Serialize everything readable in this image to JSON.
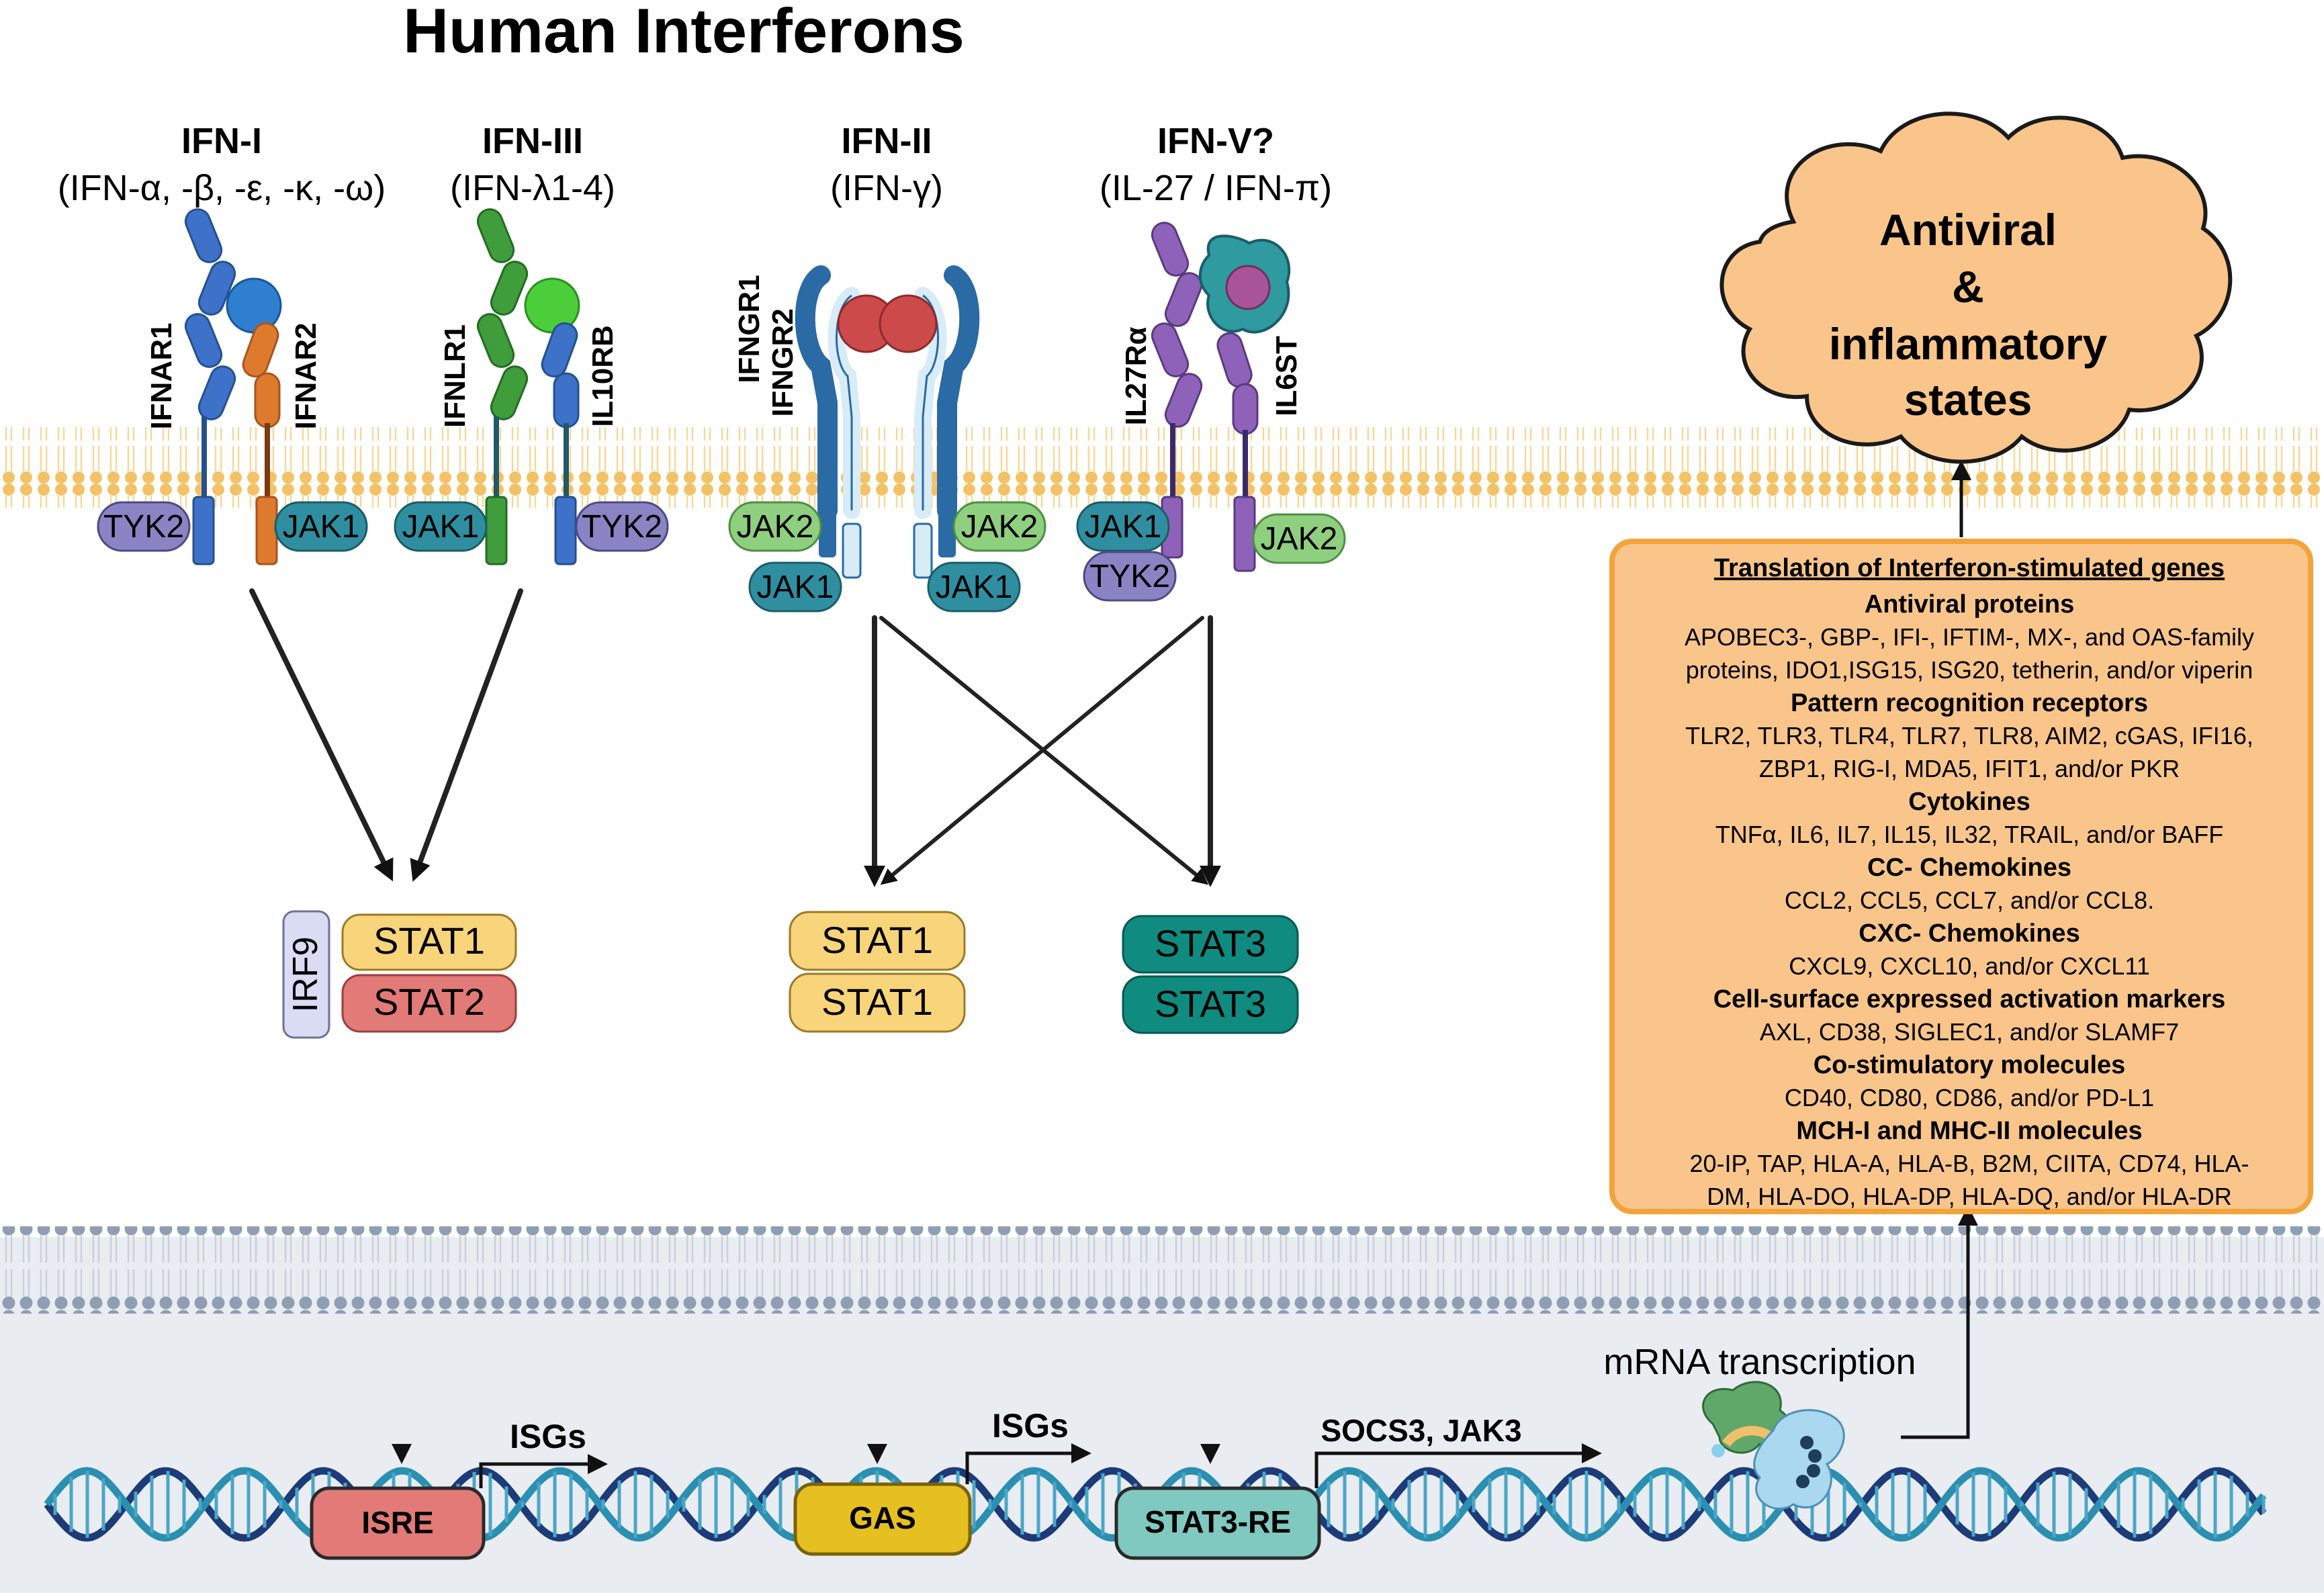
{
  "title": "Human Interferons",
  "groups": [
    {
      "name": "IFN-I",
      "sub": "(IFN-α, -β, -ε, -κ, -ω)",
      "receptors": [
        "IFNAR1",
        "IFNAR2"
      ],
      "kinases": [
        "TYK2",
        "JAK1"
      ]
    },
    {
      "name": "IFN-III",
      "sub": "(IFN-λ1-4)",
      "receptors": [
        "IFNLR1",
        "IL10RB"
      ],
      "kinases": [
        "JAK1",
        "TYK2"
      ]
    },
    {
      "name": "IFN-II",
      "sub": "(IFN-γ)",
      "receptors": [
        "IFNGR1",
        "IFNGR2"
      ],
      "kinases": [
        "JAK2",
        "JAK2",
        "JAK1",
        "JAK1"
      ]
    },
    {
      "name": "IFN-V?",
      "sub": "(IL-27 / IFN-π)",
      "receptors": [
        "IL27Rα",
        "IL6ST"
      ],
      "kinases": [
        "JAK1",
        "TYK2",
        "JAK2"
      ]
    }
  ],
  "complexes": {
    "isgf3": {
      "irf": "IRF9",
      "top": "STAT1",
      "bottom": "STAT2"
    },
    "gaf": {
      "top": "STAT1",
      "bottom": "STAT1"
    },
    "stat3": {
      "top": "STAT3",
      "bottom": "STAT3"
    }
  },
  "elements": {
    "isre": "ISRE",
    "gas": "GAS",
    "stat3re": "STAT3-RE"
  },
  "gene_labels": {
    "isgs1": "ISGs",
    "isgs2": "ISGs",
    "socs": "SOCS3, JAK3"
  },
  "mrna_label": "mRNA transcription",
  "outcome": {
    "line1": "Antiviral",
    "line2": "&",
    "line3": "inflammatory",
    "line4": "states"
  },
  "isg_box": {
    "title": "Translation of Interferon-stimulated genes",
    "sections": [
      {
        "heading": "Antiviral proteins",
        "lines": [
          "APOBEC3-, GBP-, IFI-, IFTIM-, MX-, and OAS-family",
          "proteins, IDO1,ISG15, ISG20, tetherin, and/or viperin"
        ]
      },
      {
        "heading": "Pattern recognition receptors",
        "lines": [
          "TLR2, TLR3, TLR4, TLR7, TLR8, AIM2, cGAS, IFI16,",
          "ZBP1, RIG-I, MDA5, IFIT1, and/or PKR"
        ]
      },
      {
        "heading": "Cytokines",
        "lines": [
          "TNFα, IL6, IL7, IL15, IL32, TRAIL, and/or BAFF"
        ]
      },
      {
        "heading": "CC- Chemokines",
        "lines": [
          "CCL2, CCL5, CCL7, and/or CCL8."
        ]
      },
      {
        "heading": "CXC- Chemokines",
        "lines": [
          "CXCL9, CXCL10, and/or CXCL11"
        ]
      },
      {
        "heading": "Cell-surface expressed activation markers",
        "lines": [
          "AXL, CD38, SIGLEC1, and/or SLAMF7"
        ]
      },
      {
        "heading": "Co-stimulatory molecules",
        "lines": [
          "CD40, CD80, CD86, and/or PD-L1"
        ]
      },
      {
        "heading": "MCH-I and MHC-II molecules",
        "lines": [
          "20-IP, TAP, HLA-A, HLA-B, B2M, CIITA, CD74, HLA-",
          "DM, HLA-DO, HLA-DP, HLA-DQ, and/or HLA-DR"
        ]
      }
    ]
  },
  "colors": {
    "blue": "#3d72c8",
    "orange": "#de7a2e",
    "green": "#3f9d3c",
    "teal": "#2f8fa0",
    "purple": "#8e62b8",
    "yellow": "#f8d47a",
    "salmon": "#e27a78",
    "stat3": "#0f8b80",
    "box_fill": "#f9c58a",
    "box_border": "#f2a33a"
  }
}
